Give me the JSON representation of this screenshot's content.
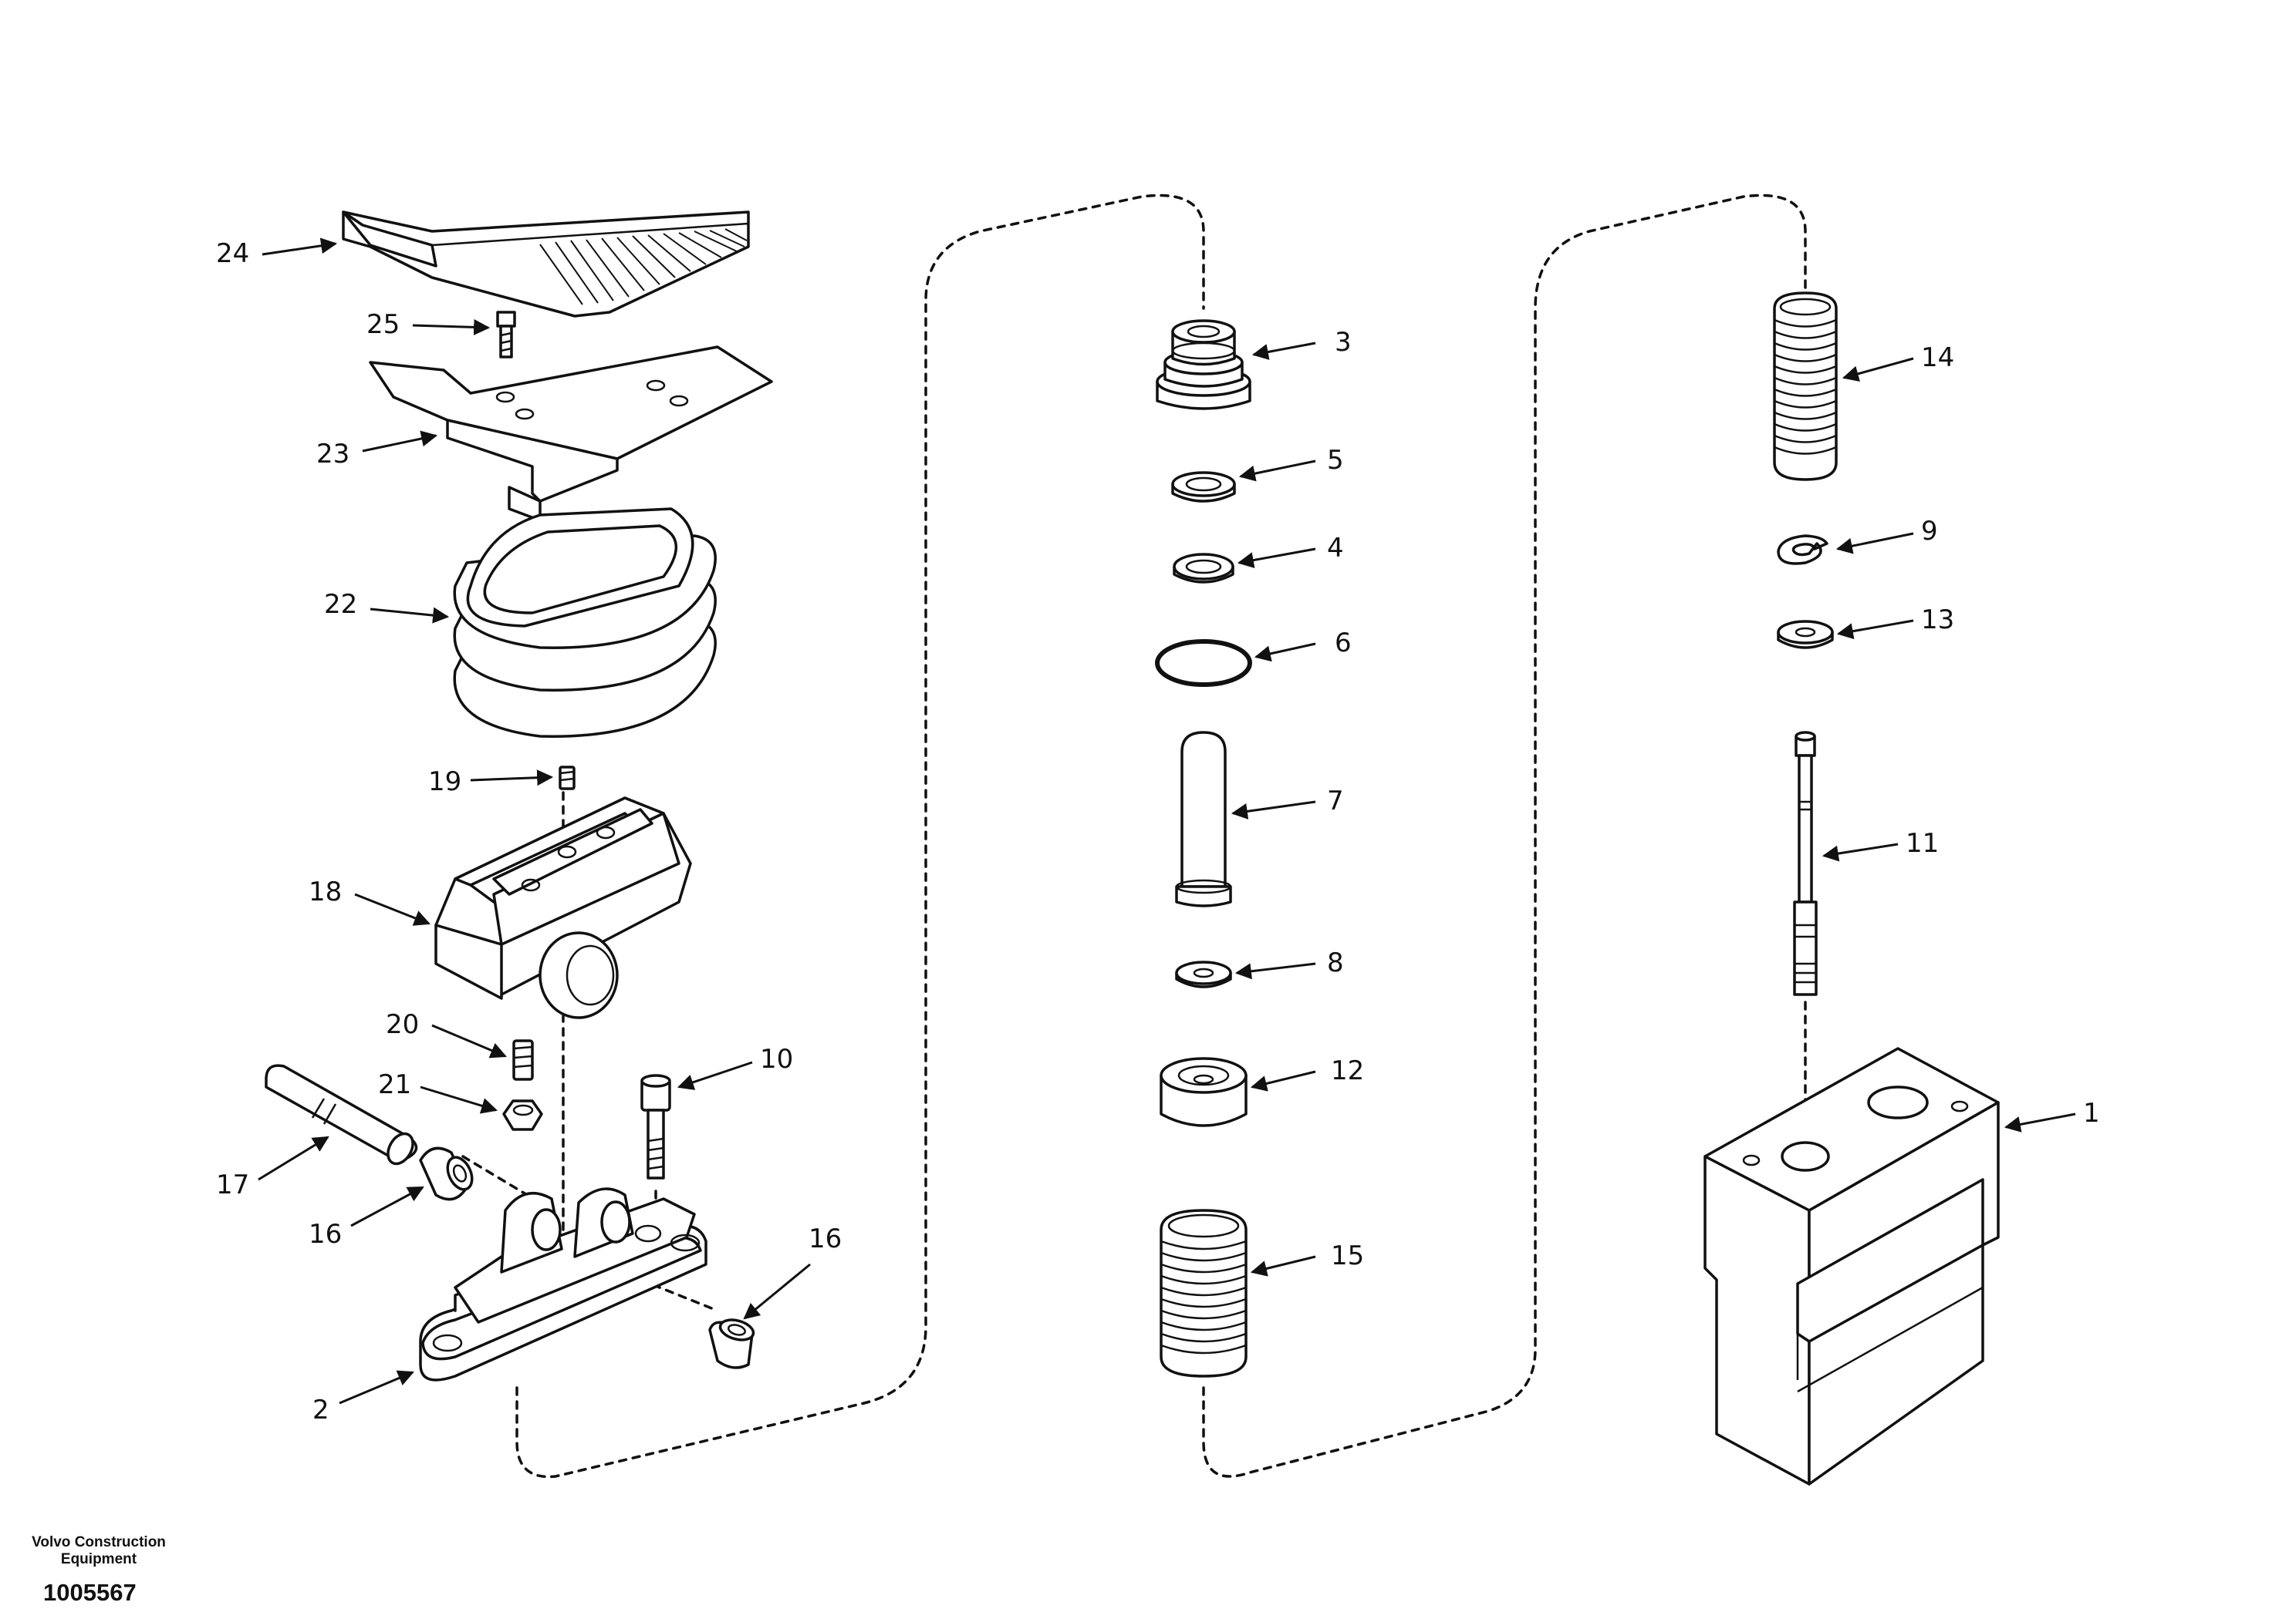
{
  "footer": {
    "company": "Volvo Construction Equipment",
    "drawing_number": "1005567"
  },
  "callouts": {
    "c1": "1",
    "c2": "2",
    "c3": "3",
    "c4": "4",
    "c5": "5",
    "c6": "6",
    "c7": "7",
    "c8": "8",
    "c9": "9",
    "c10": "10",
    "c11": "11",
    "c12": "12",
    "c13": "13",
    "c14": "14",
    "c15": "15",
    "c16a": "16",
    "c16b": "16",
    "c17": "17",
    "c18": "18",
    "c19": "19",
    "c20": "20",
    "c21": "21",
    "c22": "22",
    "c23": "23",
    "c24": "24",
    "c25": "25"
  }
}
